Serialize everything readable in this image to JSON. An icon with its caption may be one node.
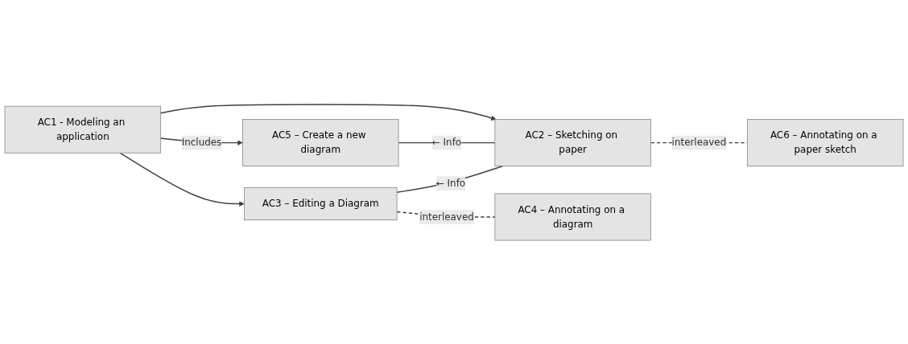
{
  "diagram": {
    "nodes": [
      {
        "text": [
          "AC1 - Modeling an application"
        ]
      },
      {
        "text": [
          "AC2 – Sketching on paper"
        ]
      },
      {
        "text": [
          "AC6 – Annotating on a paper sketch"
        ]
      },
      {
        "text": [
          "AC5 – Create a new diagram"
        ]
      },
      {
        "text": [
          "AC3 – Editing a Diagram"
        ]
      },
      {
        "text": [
          "AC4 – Annotating on a diagram"
        ]
      }
    ],
    "edges": [
      {
        "from": 0,
        "to": 1,
        "arrow": "to"
      },
      {
        "from": 0,
        "to": 3,
        "arrow": "to",
        "label": "Includes"
      },
      {
        "from": 0,
        "to": 4,
        "arrow": "to"
      },
      {
        "from": 1,
        "to": 2,
        "arrow": "none",
        "style": "dashed",
        "label": "interleaved"
      },
      {
        "from": 3,
        "to": 1,
        "arrow": "none",
        "label": "← Info"
      },
      {
        "from": 4,
        "to": 1,
        "arrow": "none",
        "label": "← Info"
      },
      {
        "from": 4,
        "to": 5,
        "arrow": "none",
        "style": "dashed",
        "label": "interleaved"
      }
    ]
  }
}
